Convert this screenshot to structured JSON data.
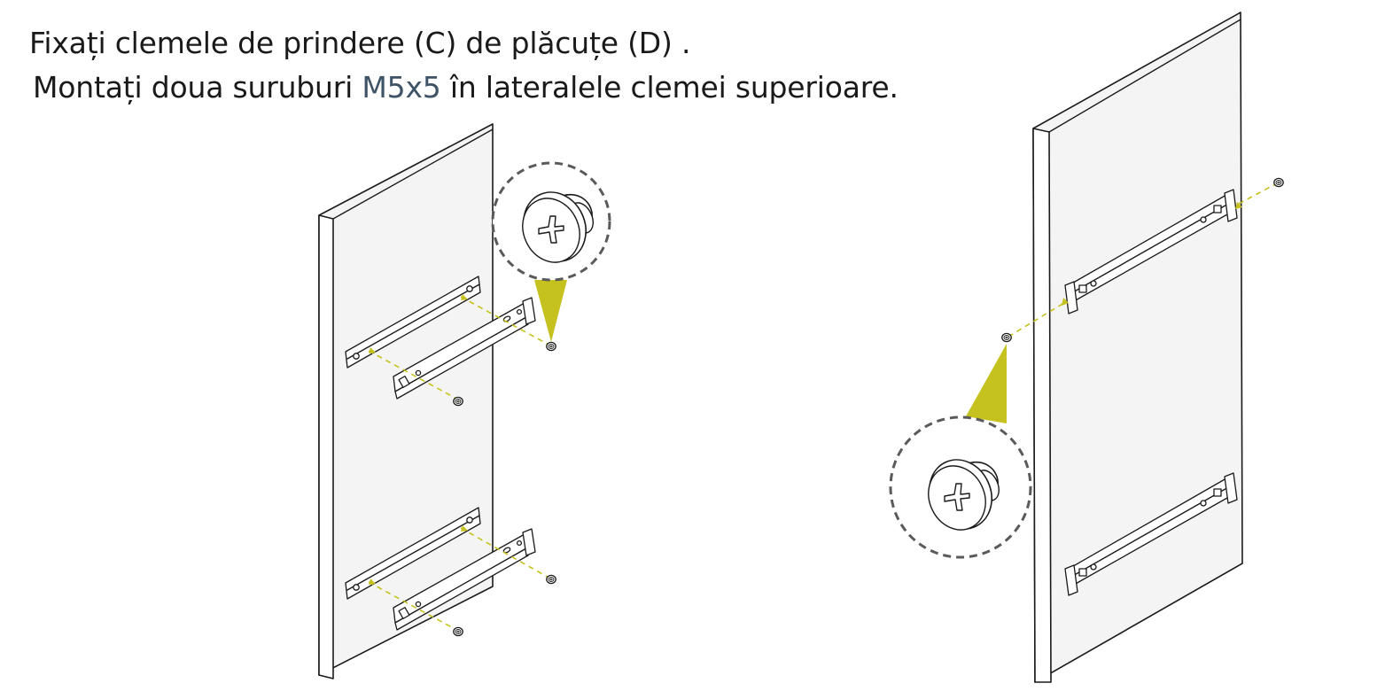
{
  "instructions": {
    "line1": "Fixați clemele de prindere (C) de plăcuțe (D) .",
    "line2_before": "Montați doua suruburi ",
    "line2_highlight": "M5x5",
    "line2_after": " în lateralele clemei superioare."
  },
  "colors": {
    "accent": "#c5c11e",
    "highlight_text": "#3e5466",
    "lens_border": "#5a5a5a",
    "ink": "#1a1a1a"
  },
  "icons": [
    "phillips-screw-icon",
    "magnifier-callout"
  ]
}
